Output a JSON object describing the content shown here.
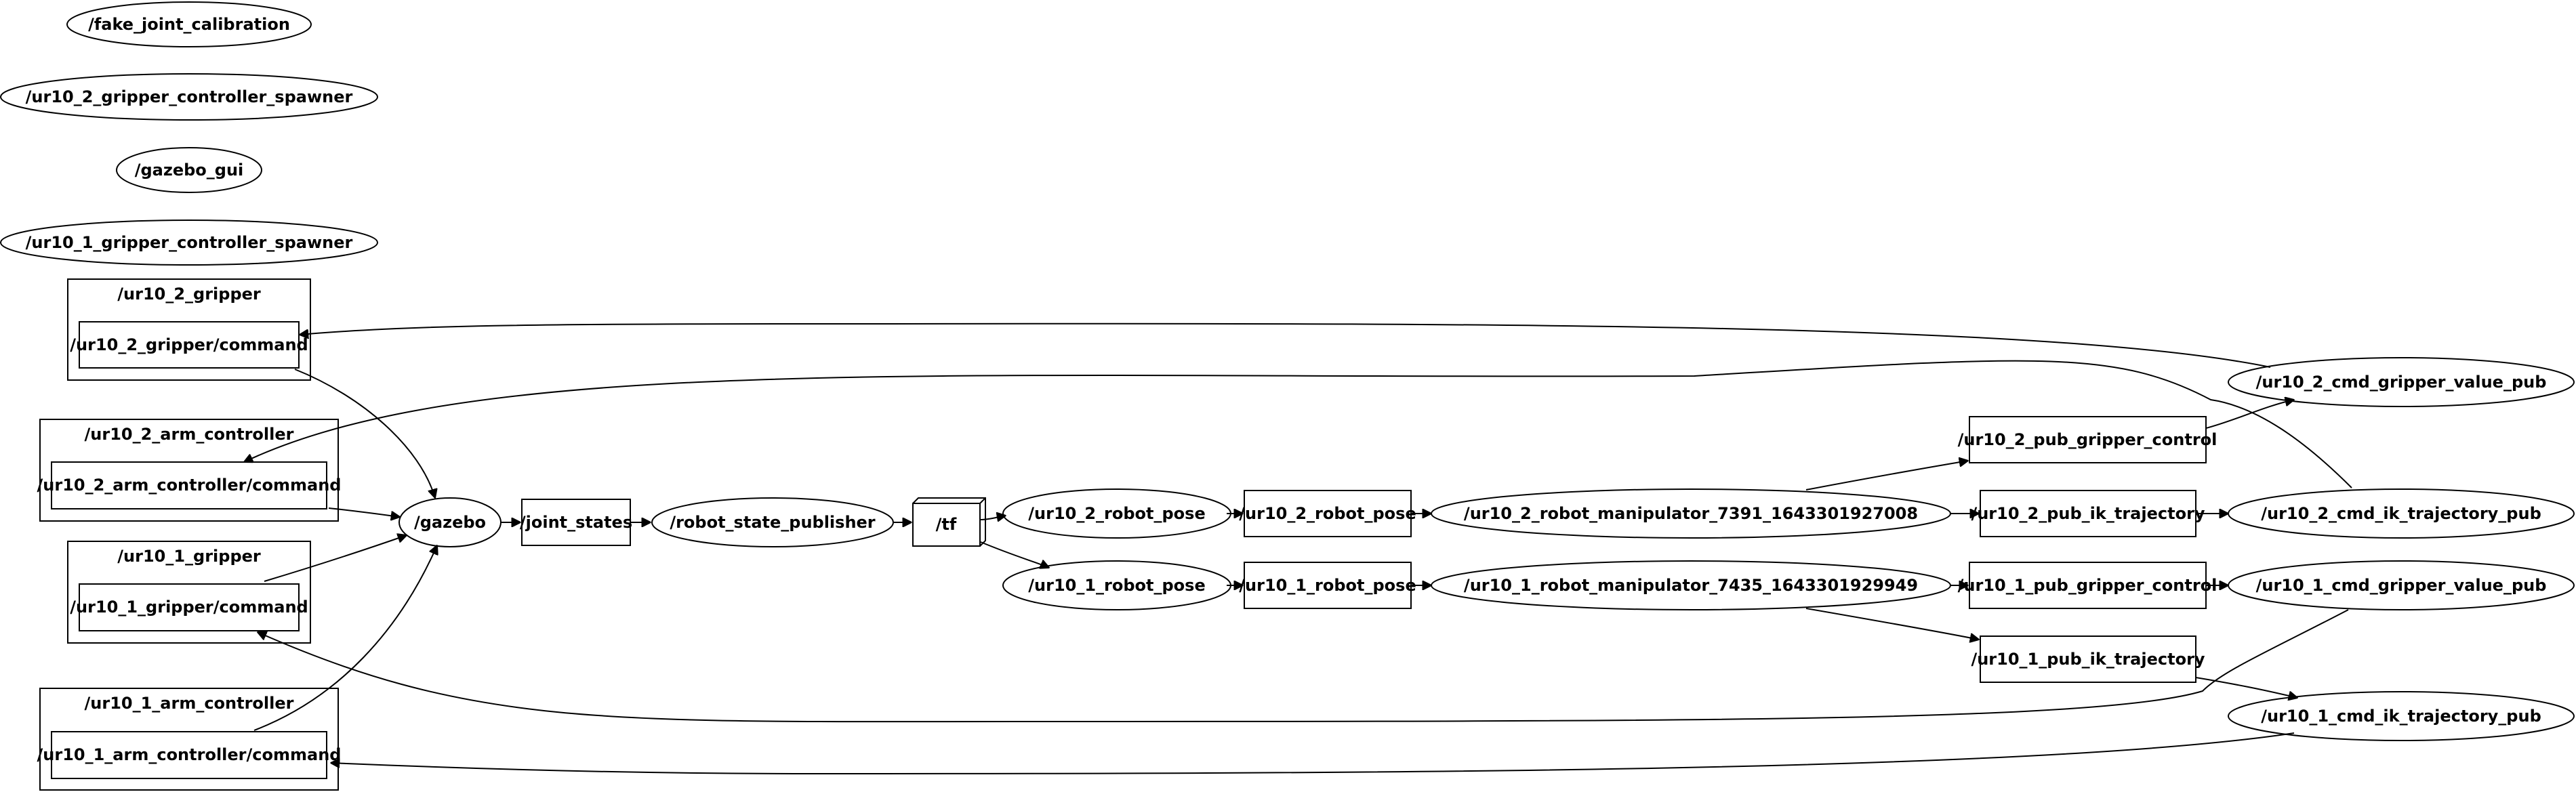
{
  "graph": {
    "nodes": {
      "fake_joint_calibration": "/fake_joint_calibration",
      "ur10_2_gripper_controller_spawner": "/ur10_2_gripper_controller_spawner",
      "gazebo_gui": "/gazebo_gui",
      "ur10_1_gripper_controller_spawner": "/ur10_1_gripper_controller_spawner",
      "gazebo": "/gazebo",
      "robot_state_publisher": "/robot_state_publisher",
      "ur10_2_robot_manipulator": "/ur10_2_robot_manipulator_7391_1643301927008",
      "ur10_1_robot_manipulator": "/ur10_1_robot_manipulator_7435_1643301929949",
      "ur10_2_cmd_gripper_value_pub": "/ur10_2_cmd_gripper_value_pub",
      "ur10_2_cmd_ik_trajectory_pub": "/ur10_2_cmd_ik_trajectory_pub",
      "ur10_1_cmd_gripper_value_pub": "/ur10_1_cmd_gripper_value_pub",
      "ur10_1_cmd_ik_trajectory_pub": "/ur10_1_cmd_ik_trajectory_pub"
    },
    "topics": {
      "joint_states": "/joint_states",
      "tf": "/tf",
      "ur10_2_robot_pose_topic": "/ur10_2_robot_pose",
      "ur10_1_robot_pose_topic": "/ur10_1_robot_pose",
      "ur10_2_gripper_command": "/ur10_2_gripper/command",
      "ur10_2_arm_controller_command": "/ur10_2_arm_controller/command",
      "ur10_1_gripper_command": "/ur10_1_gripper/command",
      "ur10_1_arm_controller_command": "/ur10_1_arm_controller/command",
      "ur10_2_pub_gripper_control": "/ur10_2_pub_gripper_control",
      "ur10_2_pub_ik_trajectory": "/ur10_2_pub_ik_trajectory",
      "ur10_1_pub_gripper_control": "/ur10_1_pub_gripper_control",
      "ur10_1_pub_ik_trajectory": "/ur10_1_pub_ik_trajectory"
    },
    "pose_nodes": {
      "ur10_2_robot_pose": "/ur10_2_robot_pose",
      "ur10_1_robot_pose": "/ur10_1_robot_pose"
    },
    "namespaces": {
      "ur10_2_gripper": "/ur10_2_gripper",
      "ur10_2_arm_controller": "/ur10_2_arm_controller",
      "ur10_1_gripper": "/ur10_1_gripper",
      "ur10_1_arm_controller": "/ur10_1_arm_controller"
    }
  }
}
